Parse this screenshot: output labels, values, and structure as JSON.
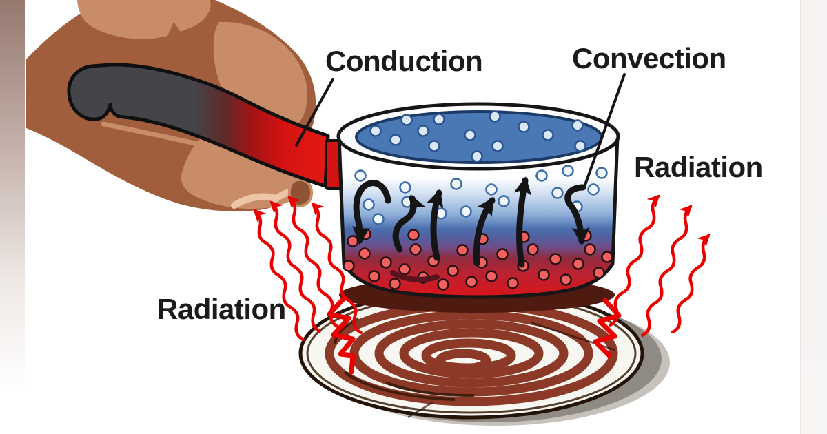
{
  "labels": {
    "conduction": "Conduction",
    "convection": "Convection",
    "radiation_right": "Radiation",
    "radiation_left": "Radiation"
  },
  "palette": {
    "radiation_red": "#e90000",
    "water_blue": "#4a78b4",
    "pot_hot_red": "#d8151c",
    "pot_purple": "#6f4d87",
    "coil_brown": "#8c3a27",
    "handle_gray": "#454449",
    "handle_red": "#d31212",
    "hand_brown": "#a05e3c",
    "hand_highlight": "#c98c69",
    "arrow_black": "#151515",
    "label_text": "#1b1b1b",
    "background": "#ffffff"
  },
  "icons": {
    "convection_arrows": "curved black arrows showing circulating water currents",
    "radiation_waves": "red wavy arrows radiating from burner",
    "burner": "electric stove spiral coil",
    "pan": "pot of water, blue cool top to red hot bottom",
    "hand": "hand gripping pan handle"
  }
}
